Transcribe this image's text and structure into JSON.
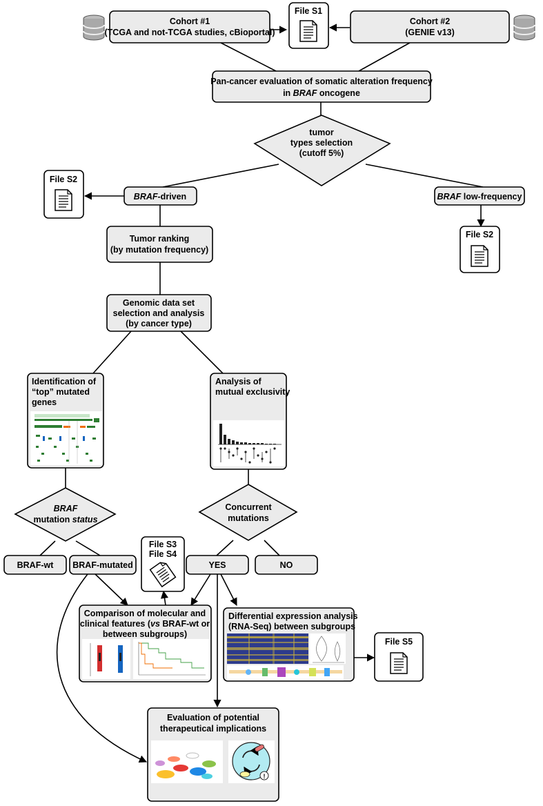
{
  "cohort1": {
    "line1": "Cohort #1",
    "line2": "(TCGA and not-TCGA studies, cBioportal)"
  },
  "cohort2": {
    "line1": "Cohort #2",
    "line2": "(GENIE v13)"
  },
  "files": {
    "s1": "File S1",
    "s2a": "File S2",
    "s2b": "File S2",
    "s3": "File S3",
    "s4": "File S4",
    "s5": "File S5"
  },
  "pancancer": {
    "line1": "Pan-cancer evaluation of somatic alteration frequency",
    "line2_italic": "BRAF",
    "line2_rest": " oncogene",
    "line2_prefix": "in "
  },
  "tumor_selection": {
    "line1": "tumor",
    "line2": "types selection",
    "line3": "(cutoff 5%)"
  },
  "braf_driven": {
    "italic": "BRAF",
    "rest": "-driven"
  },
  "braf_low": {
    "italic": "BRAF",
    "rest": " low-frequency"
  },
  "tumor_ranking": {
    "line1": "Tumor ranking",
    "line2": "(by mutation frequency)"
  },
  "genomic": {
    "line1": "Genomic data set",
    "line2": "selection and analysis",
    "line3": "(by cancer type)"
  },
  "top_genes": {
    "line1": "Identification of",
    "line2": "“top” mutated",
    "line3": "genes"
  },
  "mutual": {
    "line1": "Analysis of",
    "line2": "mutual exclusivity"
  },
  "braf_status": {
    "line1_italic": "BRAF",
    "line2_plain": "mutation ",
    "line2_italic": "status"
  },
  "concurrent": {
    "line1": "Concurrent",
    "line2": "mutations"
  },
  "braf_wt": "BRAF-wt",
  "braf_mutated": "BRAF-mutated",
  "yes": "YES",
  "no": "NO",
  "comparison": {
    "line1": "Comparison of molecular and",
    "line2_a": "clinical features (",
    "line2_vs": "vs",
    "line2_b": " BRAF-wt or",
    "line3": "between subgroups)"
  },
  "differential": {
    "line1": "Differential expression analysis",
    "line2": "(RNA-Seq) between subgroups"
  },
  "evaluation": {
    "line1": "Evaluation of potential",
    "line2": "therapeutical implications"
  },
  "colors": {
    "box_fill": "#ebebeb",
    "stroke": "#000000",
    "green": "#2e7d32",
    "red": "#d32f2f",
    "blue": "#1565c0"
  }
}
